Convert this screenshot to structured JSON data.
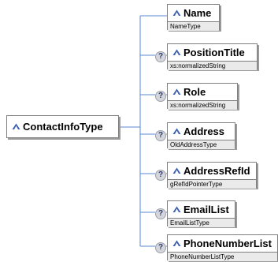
{
  "root": {
    "name": "ContactInfoType"
  },
  "children": [
    {
      "name": "Name",
      "type": "NameType",
      "optional": false
    },
    {
      "name": "PositionTitle",
      "type": "xs:normalizedString",
      "optional": true
    },
    {
      "name": "Role",
      "type": "xs:normalizedString",
      "optional": true
    },
    {
      "name": "Address",
      "type": "OldAddressType",
      "optional": true
    },
    {
      "name": "AddressRefId",
      "type": "gRefIdPointerType",
      "optional": true
    },
    {
      "name": "EmailList",
      "type": "EmailListType",
      "optional": true
    },
    {
      "name": "PhoneNumberList",
      "type": "PhoneNumberListType",
      "optional": true
    }
  ],
  "colors": {
    "line": "#5b8ad6",
    "icon": "#3a5fb0",
    "optional_marker": "#2b3a70"
  },
  "icons": {
    "element": "element-icon",
    "optional": "question-icon"
  }
}
